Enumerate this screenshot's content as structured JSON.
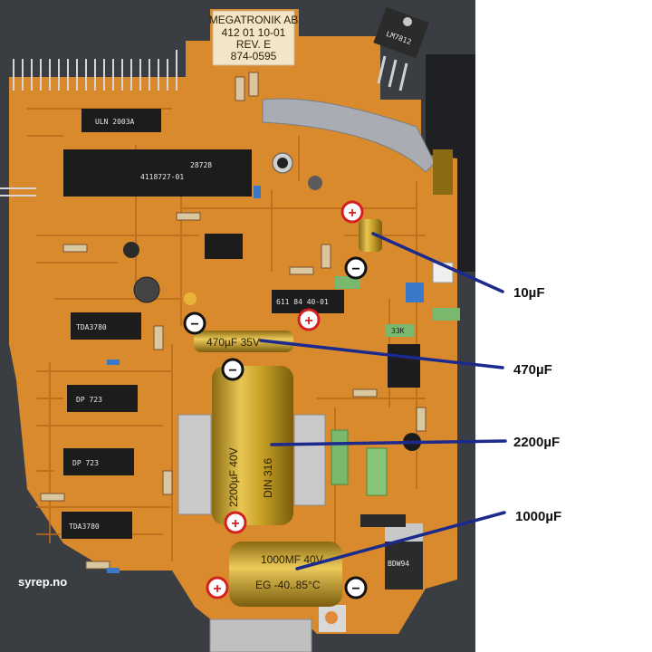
{
  "credit": "syrep.no",
  "callouts": [
    {
      "id": "c10",
      "label": "10µF"
    },
    {
      "id": "c470",
      "label": "470µF"
    },
    {
      "id": "c2200",
      "label": "2200µF"
    },
    {
      "id": "c1000",
      "label": "1000µF"
    }
  ],
  "polarity": {
    "plus": "+",
    "minus": "−"
  },
  "board_text": {
    "sticker_line1": "MEGATRONIK AB",
    "sticker_line2": "412 01 10-01",
    "sticker_line3": "REV. E",
    "sticker_line4": "874-0595",
    "chip_main": "4118727-01",
    "chip_main_code": "28728",
    "chip_top": "ULN 2003A",
    "chip_mid": "611 84 40-01",
    "chip_tda1": "TDA3780",
    "chip_tda2": "DP 723",
    "reg_top": "LM7812",
    "reg_bottom": "BDW94",
    "res_33k": "33K",
    "cap_2200_text": "2200µF 40V",
    "cap_2200_din": "DIN 316",
    "cap_1000_text": "1000MF 40V",
    "cap_1000_temp": "EG -40..85°C",
    "cap_470_text": "470µF 35V"
  },
  "colors": {
    "board": "#d98a2c",
    "trace": "#b86a1c",
    "background_dark": "#3a3d42",
    "capacitor_gold": "#c9a227",
    "callout_line": "#1b2a8c",
    "plus_badge": "#d42020",
    "minus_badge": "#111111"
  }
}
